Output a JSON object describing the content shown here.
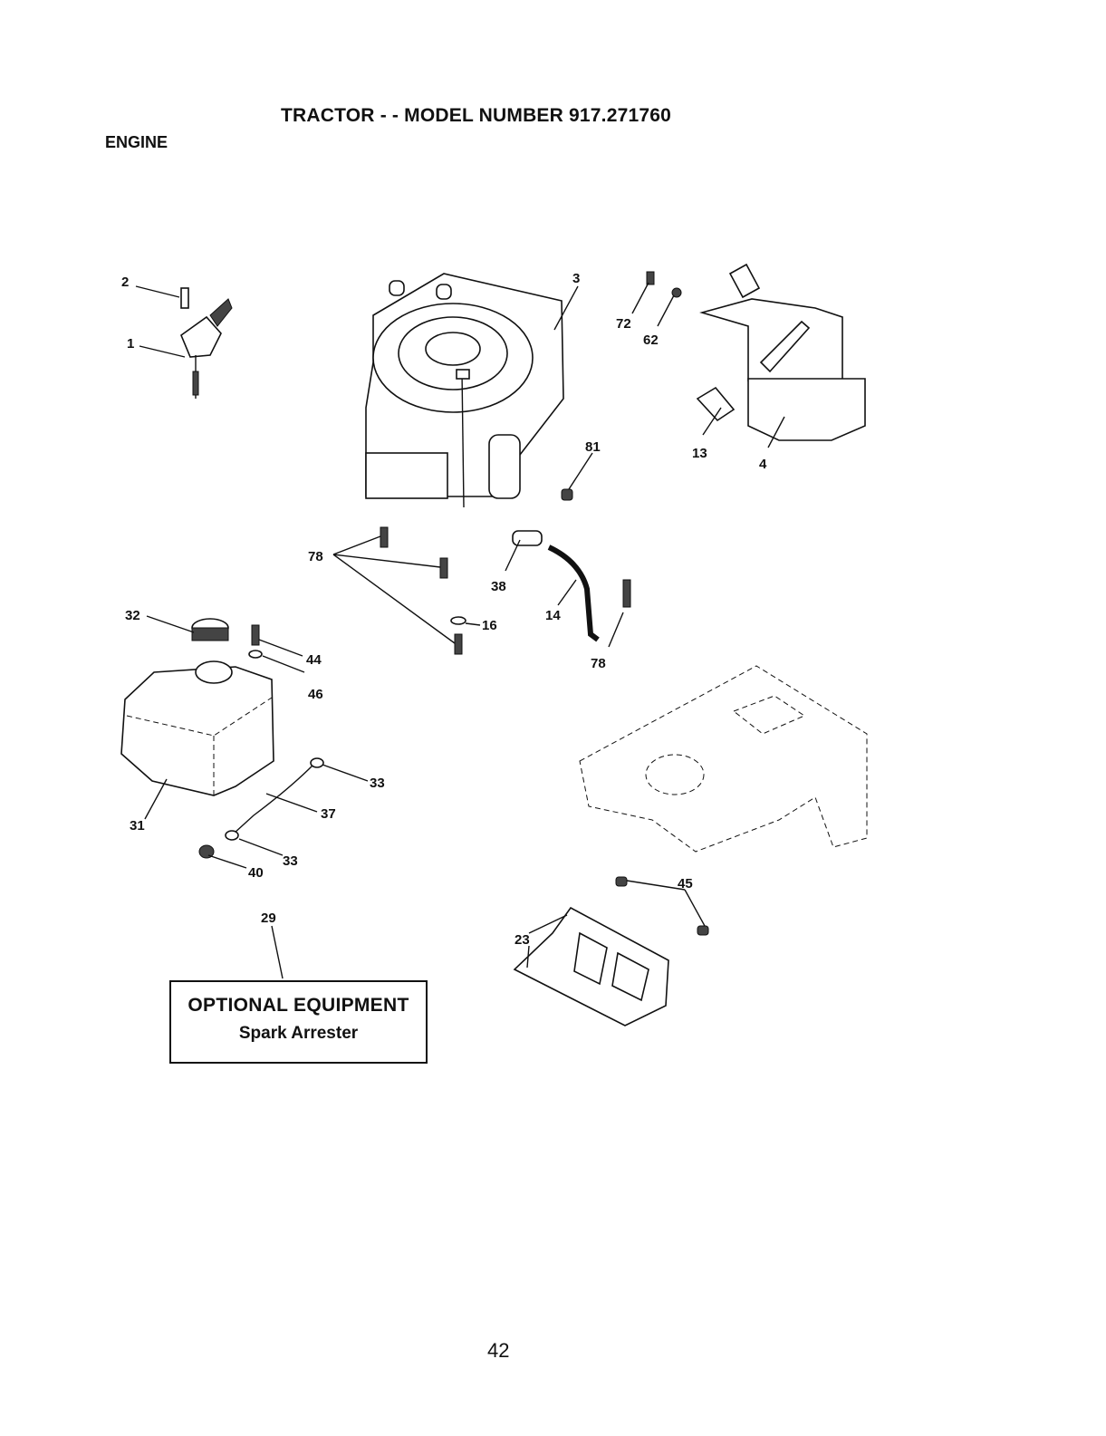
{
  "header": {
    "title": "TRACTOR - - MODEL NUMBER 917.271760",
    "section": "ENGINE"
  },
  "callouts": [
    {
      "id": "c2",
      "label": "2"
    },
    {
      "id": "c1",
      "label": "1"
    },
    {
      "id": "c3",
      "label": "3"
    },
    {
      "id": "c72",
      "label": "72"
    },
    {
      "id": "c62",
      "label": "62"
    },
    {
      "id": "c13",
      "label": "13"
    },
    {
      "id": "c4",
      "label": "4"
    },
    {
      "id": "c81",
      "label": "81"
    },
    {
      "id": "c78a",
      "label": "78"
    },
    {
      "id": "c38",
      "label": "38"
    },
    {
      "id": "c14",
      "label": "14"
    },
    {
      "id": "c16",
      "label": "16"
    },
    {
      "id": "c78b",
      "label": "78"
    },
    {
      "id": "c32",
      "label": "32"
    },
    {
      "id": "c44",
      "label": "44"
    },
    {
      "id": "c46",
      "label": "46"
    },
    {
      "id": "c33a",
      "label": "33"
    },
    {
      "id": "c37",
      "label": "37"
    },
    {
      "id": "c31",
      "label": "31"
    },
    {
      "id": "c33b",
      "label": "33"
    },
    {
      "id": "c40",
      "label": "40"
    },
    {
      "id": "c29",
      "label": "29"
    },
    {
      "id": "c45",
      "label": "45"
    },
    {
      "id": "c23",
      "label": "23"
    }
  ],
  "optional_box": {
    "title": "OPTIONAL EQUIPMENT",
    "subtitle": "Spark Arrester"
  },
  "footer": {
    "page_number": "42"
  }
}
